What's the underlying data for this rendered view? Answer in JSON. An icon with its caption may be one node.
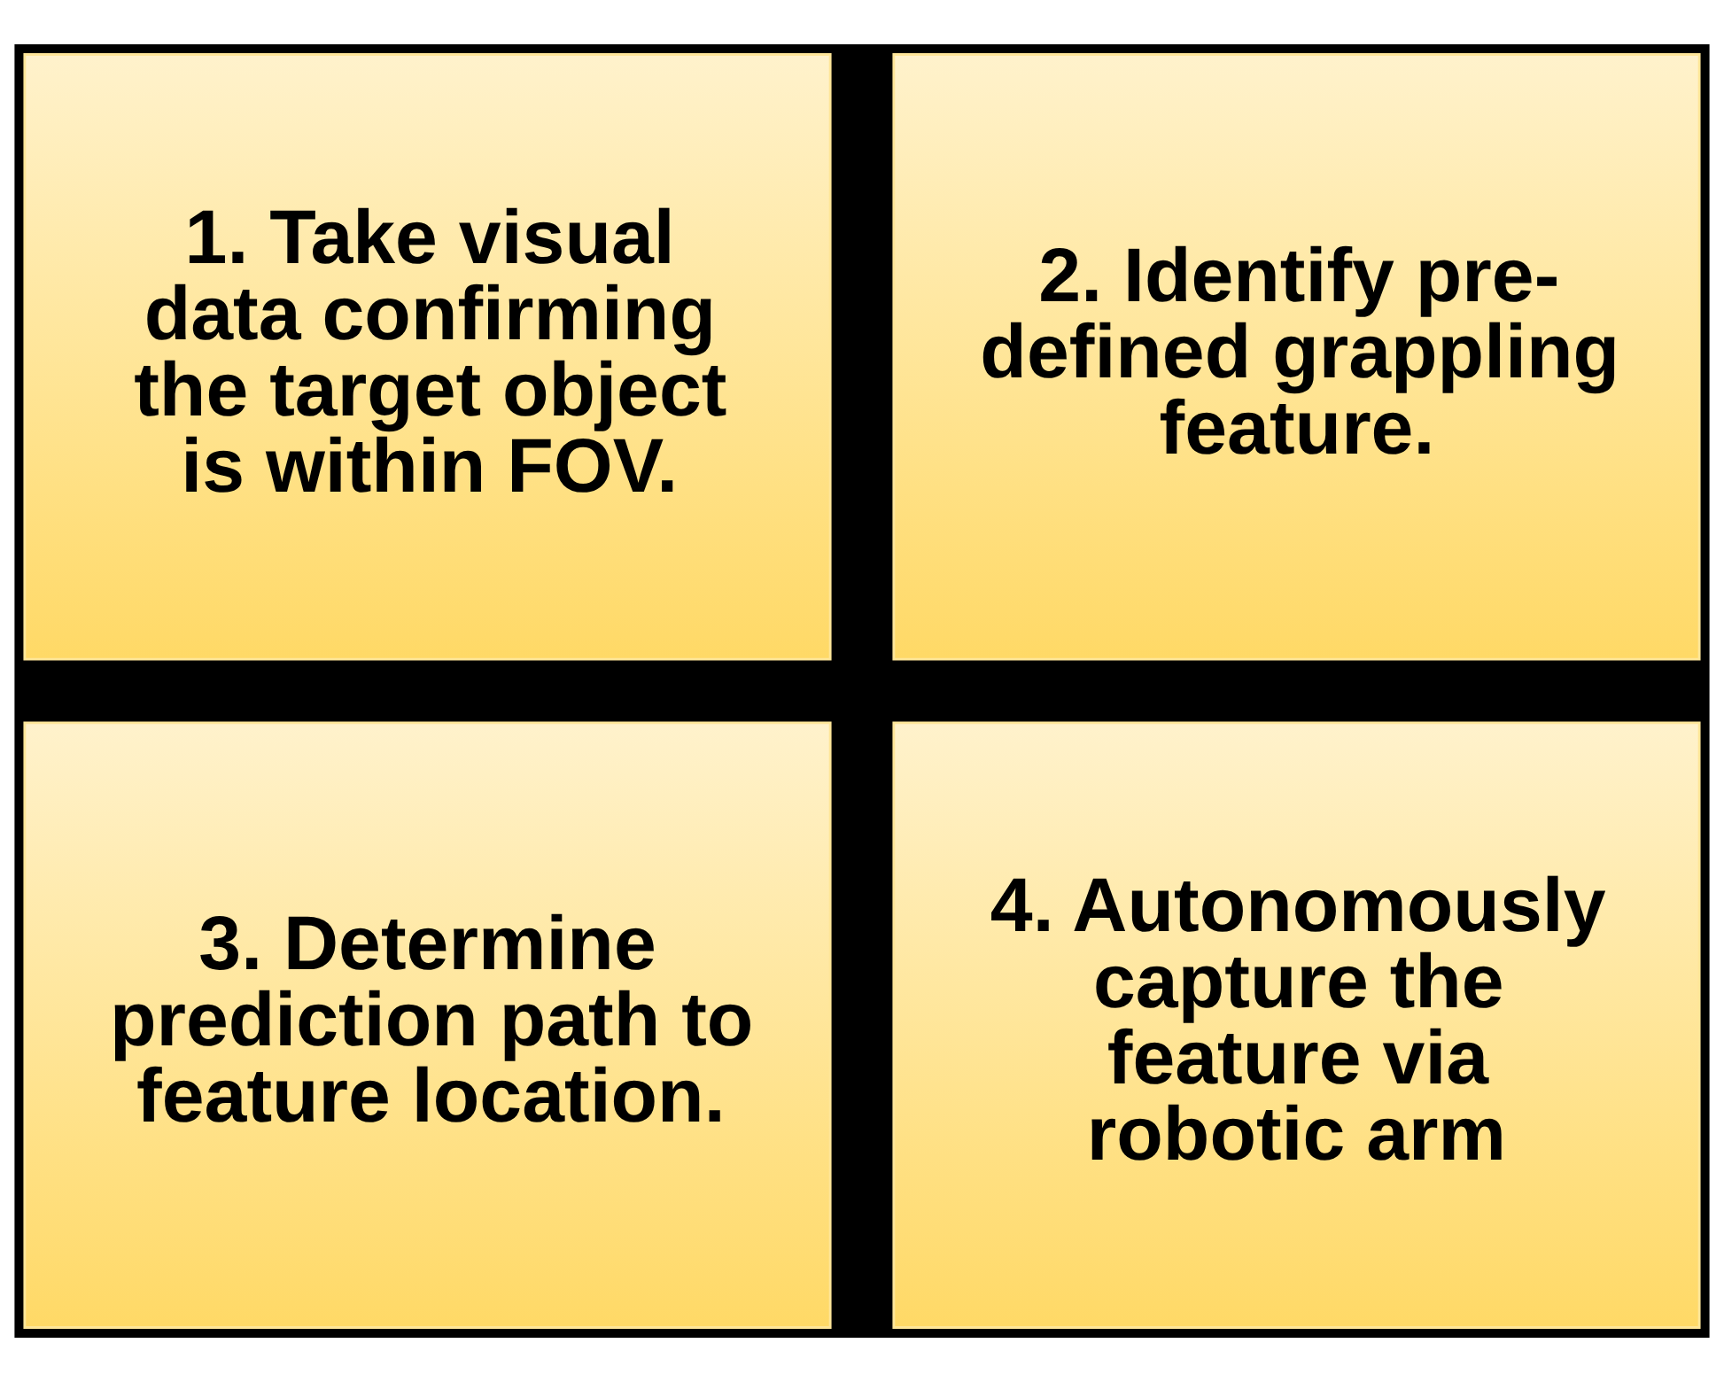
{
  "diagram": {
    "nodes": [
      {
        "text": [
          "1. Take visual data confirming the target object is within FOV."
        ]
      },
      {
        "text": [
          "2. Identify pre-defined grappling feature."
        ]
      },
      {
        "text": [
          "3. Determine prediction path to feature location."
        ]
      },
      {
        "text": [
          "4. Autonomously capture the feature via robotic arm"
        ]
      }
    ]
  }
}
